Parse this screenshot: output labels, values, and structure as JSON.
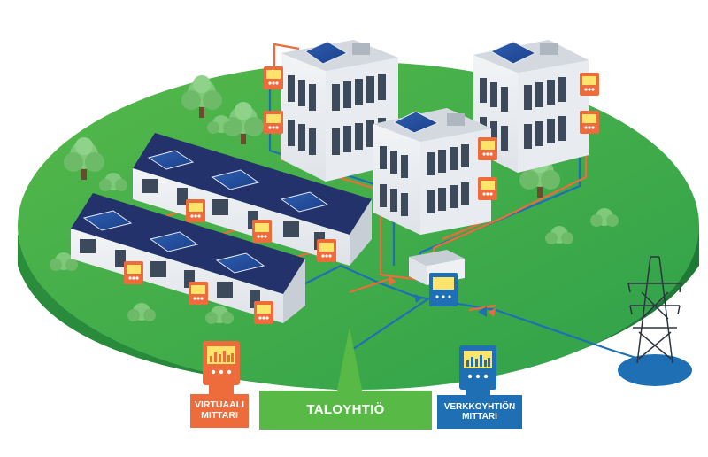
{
  "labels": {
    "virtual_meter": "VIRTUAALI\nMITTARI",
    "housing_company": "TALOYHTIÖ",
    "grid_meter": "VERKKOYHTIÖN\nMITTARI"
  },
  "colors": {
    "ground_top": "#3fae4a",
    "ground_side": "#2d8a3a",
    "orange_wire": "#ee6b3b",
    "blue_wire": "#1f6fb5",
    "meter_orange": "#ee6b3b",
    "meter_blue": "#1f6fb5",
    "label_green": "#59b947"
  },
  "icons": [
    "solar-panel-icon",
    "meter-icon",
    "power-pylon-icon",
    "tree-icon",
    "building-icon",
    "house-icon"
  ]
}
